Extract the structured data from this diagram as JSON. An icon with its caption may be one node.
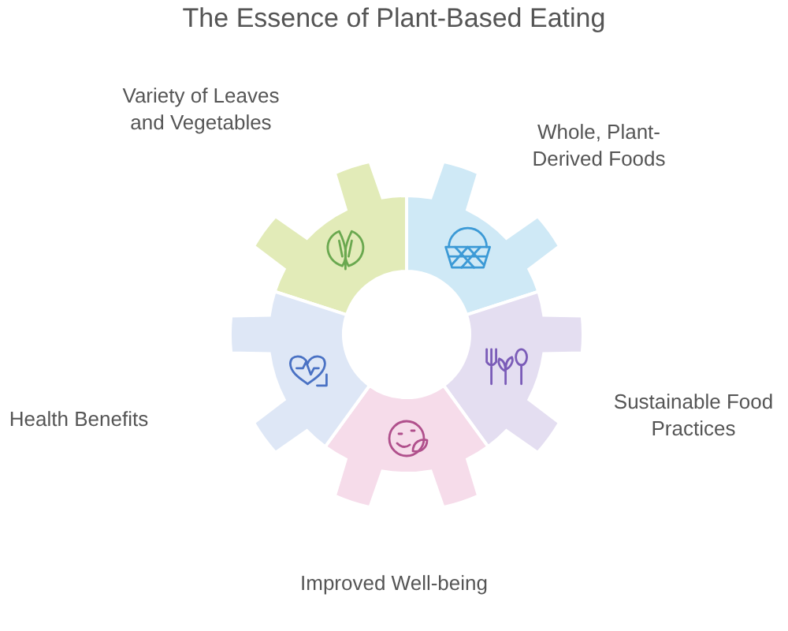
{
  "diagram": {
    "title": "The Essence of Plant-Based Eating",
    "nodes": [
      {
        "text": [],
        "shape": "picture",
        "beside": [
          "Variety of Leaves and Vegetables"
        ]
      },
      {
        "text": [],
        "shape": "picture",
        "beside": [
          "Whole, Plant-Derived Foods"
        ]
      },
      {
        "text": [],
        "shape": "picture",
        "beside": [
          "Sustainable Food Practices"
        ]
      },
      {
        "text": [],
        "shape": "picture",
        "beside": [
          "Improved Well-being"
        ]
      },
      {
        "text": [],
        "shape": "picture",
        "beside": [
          "Health Benefits"
        ]
      }
    ]
  }
}
